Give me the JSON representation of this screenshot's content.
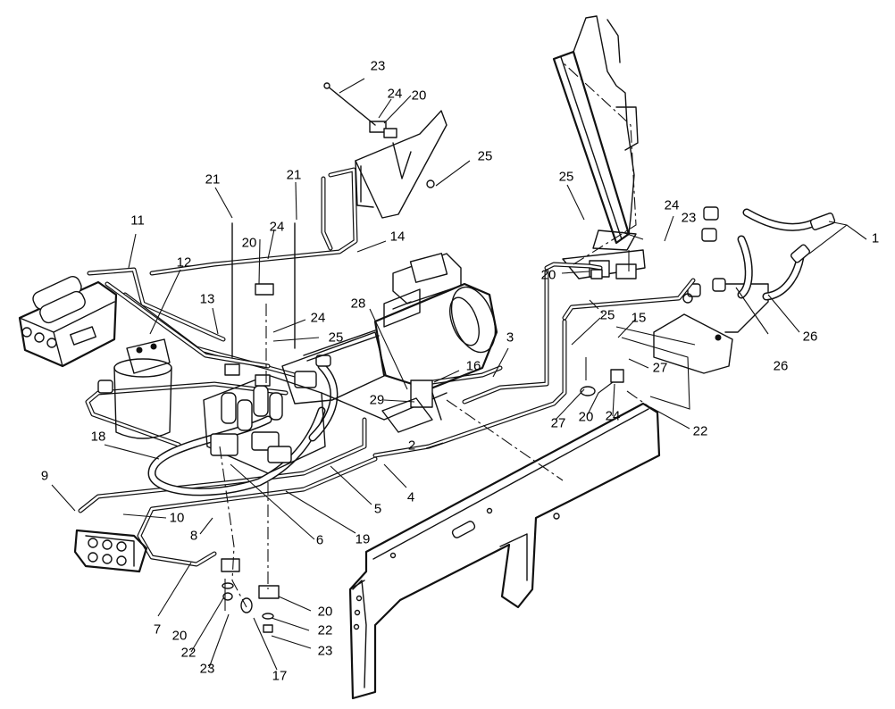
{
  "callouts": [
    {
      "label": "1"
    },
    {
      "label": "2"
    },
    {
      "label": "3"
    },
    {
      "label": "4"
    },
    {
      "label": "5"
    },
    {
      "label": "6"
    },
    {
      "label": "7"
    },
    {
      "label": "8"
    },
    {
      "label": "9"
    },
    {
      "label": "10"
    },
    {
      "label": "11"
    },
    {
      "label": "12"
    },
    {
      "label": "13"
    },
    {
      "label": "14"
    },
    {
      "label": "15"
    },
    {
      "label": "16"
    },
    {
      "label": "17"
    },
    {
      "label": "18"
    },
    {
      "label": "19"
    },
    {
      "label": "20"
    },
    {
      "label": "20"
    },
    {
      "label": "20"
    },
    {
      "label": "20"
    },
    {
      "label": "20"
    },
    {
      "label": "20"
    },
    {
      "label": "21"
    },
    {
      "label": "21"
    },
    {
      "label": "22"
    },
    {
      "label": "22"
    },
    {
      "label": "22"
    },
    {
      "label": "23"
    },
    {
      "label": "23"
    },
    {
      "label": "23"
    },
    {
      "label": "23"
    },
    {
      "label": "24"
    },
    {
      "label": "24"
    },
    {
      "label": "24"
    },
    {
      "label": "24"
    },
    {
      "label": "24"
    },
    {
      "label": "25"
    },
    {
      "label": "25"
    },
    {
      "label": "25"
    },
    {
      "label": "25"
    },
    {
      "label": "26"
    },
    {
      "label": "26"
    },
    {
      "label": "27"
    },
    {
      "label": "27"
    },
    {
      "label": "28"
    },
    {
      "label": "29"
    }
  ]
}
